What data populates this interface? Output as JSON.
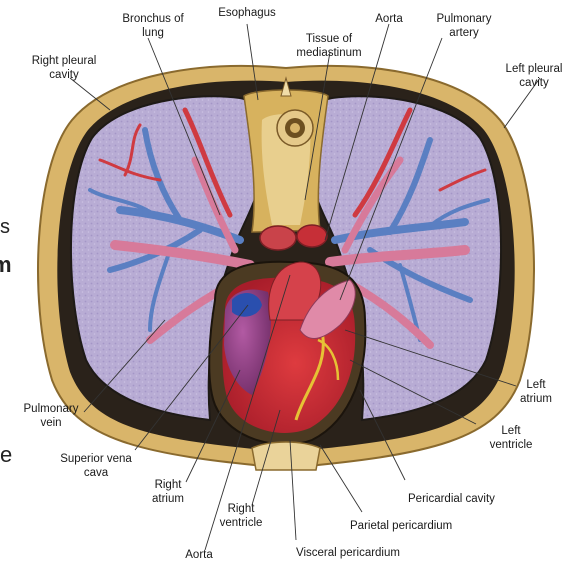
{
  "labels": {
    "bronchus": [
      "Bronchus of",
      "lung"
    ],
    "esophagus": [
      "Esophagus"
    ],
    "aorta_top": [
      "Aorta"
    ],
    "pulmonary_artery": [
      "Pulmonary",
      "artery"
    ],
    "right_pleural_cavity": [
      "Right pleural",
      "cavity"
    ],
    "tissue_mediastinum": [
      "Tissue of",
      "mediastinum"
    ],
    "left_pleural_cavity": [
      "Left pleural",
      "cavity"
    ],
    "left_atrium": [
      "Left",
      "atrium"
    ],
    "left_ventricle": [
      "Left",
      "ventricle"
    ],
    "pulmonary_vein": [
      "Pulmonary",
      "vein"
    ],
    "superior_vena_cava": [
      "Superior vena",
      "cava"
    ],
    "right_atrium": [
      "Right",
      "atrium"
    ],
    "right_ventricle": [
      "Right",
      "ventricle"
    ],
    "pericardial_cavity": [
      "Pericardial cavity"
    ],
    "parietal_pericardium": [
      "Parietal pericardium"
    ],
    "visceral_pericardium": [
      "Visceral pericardium"
    ],
    "aorta_bottom": [
      "Aorta"
    ]
  },
  "edge_fragments": {
    "s": "s",
    "m": "m",
    "e": "e"
  },
  "colors": {
    "bone": "#d9b56a",
    "bone_dark": "#a9823d",
    "pleural_fill": "#b9acd3",
    "heart_red": "#c8242f",
    "atrium_purple": "#8a3f7e",
    "pulmonary_pink": "#d77a9a",
    "bronchus_blue": "#5a7fc2",
    "vessel_red": "#cf3a41"
  }
}
